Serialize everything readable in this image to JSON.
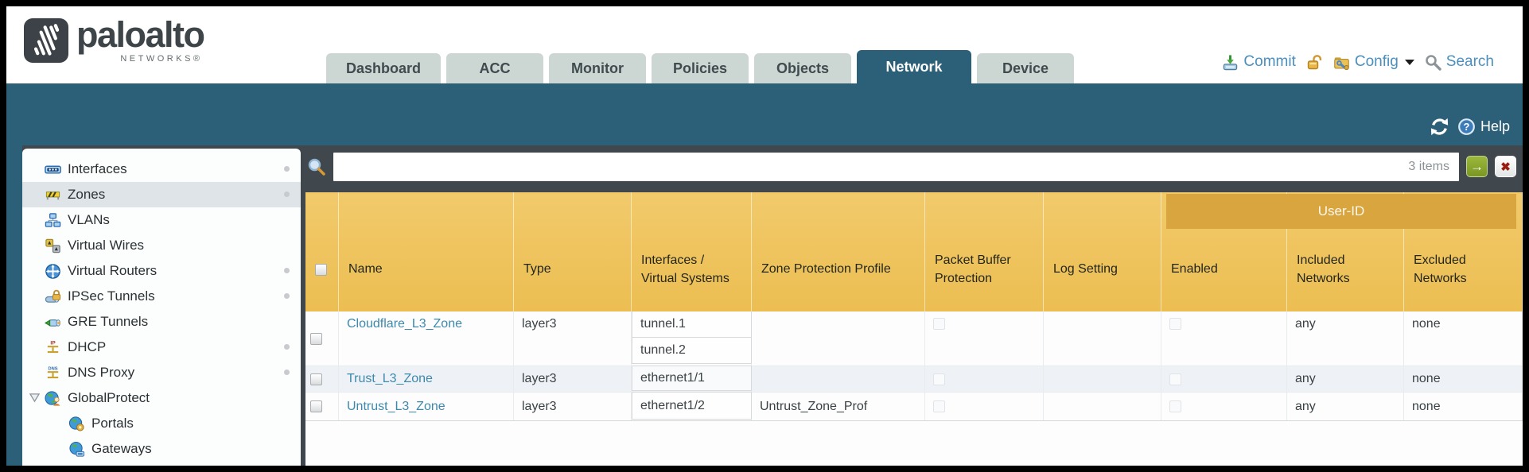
{
  "header": {
    "brand": {
      "name": "paloalto",
      "sub": "NETWORKS®"
    },
    "tabs": [
      {
        "label": "Dashboard",
        "active": false
      },
      {
        "label": "ACC",
        "active": false
      },
      {
        "label": "Monitor",
        "active": false
      },
      {
        "label": "Policies",
        "active": false
      },
      {
        "label": "Objects",
        "active": false
      },
      {
        "label": "Network",
        "active": true
      },
      {
        "label": "Device",
        "active": false
      }
    ],
    "utilities": {
      "commit": "Commit",
      "config": "Config",
      "search": "Search"
    }
  },
  "subheader": {
    "help": "Help"
  },
  "sidebar": {
    "items": [
      {
        "label": "Interfaces"
      },
      {
        "label": "Zones"
      },
      {
        "label": "VLANs"
      },
      {
        "label": "Virtual Wires"
      },
      {
        "label": "Virtual Routers"
      },
      {
        "label": "IPSec Tunnels"
      },
      {
        "label": "GRE Tunnels"
      },
      {
        "label": "DHCP"
      },
      {
        "label": "DNS Proxy"
      },
      {
        "label": "GlobalProtect"
      },
      {
        "label": "Portals"
      },
      {
        "label": "Gateways"
      }
    ]
  },
  "content": {
    "search": {
      "value": "",
      "count": "3 items"
    },
    "table": {
      "group_header": "User-ID",
      "columns": {
        "name": "Name",
        "type": "Type",
        "interfaces": "Interfaces / Virtual Systems",
        "zone_protection_profile": "Zone Protection Profile",
        "packet_buffer_protection": "Packet Buffer Protection",
        "log_setting": "Log Setting",
        "enabled": "Enabled",
        "included_networks": "Included Networks",
        "excluded_networks": "Excluded Networks"
      },
      "rows": [
        {
          "name": "Cloudflare_L3_Zone",
          "type": "layer3",
          "interfaces": [
            "tunnel.1",
            "tunnel.2"
          ],
          "zone_protection_profile": "",
          "log_setting": "",
          "included_networks": "any",
          "excluded_networks": "none"
        },
        {
          "name": "Trust_L3_Zone",
          "type": "layer3",
          "interfaces": [
            "ethernet1/1"
          ],
          "zone_protection_profile": "",
          "log_setting": "",
          "included_networks": "any",
          "excluded_networks": "none"
        },
        {
          "name": "Untrust_L3_Zone",
          "type": "layer3",
          "interfaces": [
            "ethernet1/2"
          ],
          "zone_protection_profile": "Untrust_Zone_Prof",
          "log_setting": "",
          "included_networks": "any",
          "excluded_networks": "none"
        }
      ]
    }
  },
  "colors": {
    "teal": "#2c6078",
    "table_header": "#efc35f",
    "table_header_group": "#d8a53e",
    "link": "#3d89ac",
    "accent_blue": "#4a8fbe",
    "tab_inactive": "#ccd6d2"
  }
}
